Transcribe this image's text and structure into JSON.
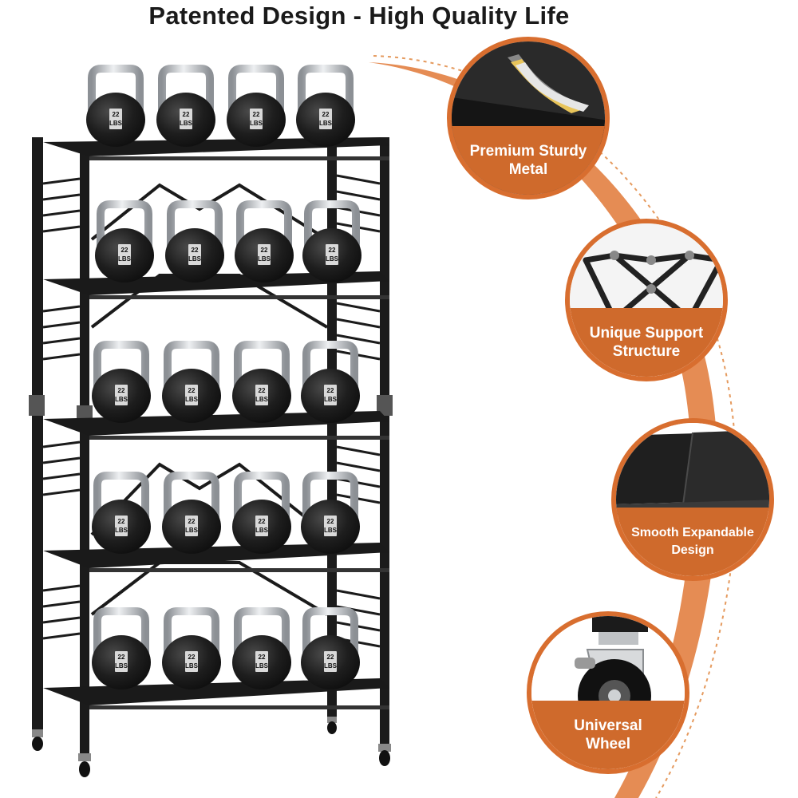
{
  "headline": "Patented Design - High Quality Life",
  "kettlebell_label": {
    "line1": "22",
    "line2": "LBS"
  },
  "features": [
    {
      "id": "metal",
      "line1": "Premium Sturdy",
      "line2": "Metal",
      "icon": "layered-metal-icon"
    },
    {
      "id": "support",
      "line1": "Unique Support",
      "line2": "Structure",
      "icon": "x-brace-icon"
    },
    {
      "id": "design",
      "line1": "Smooth Expandable",
      "line2": "Design",
      "icon": "expandable-shelf-icon"
    },
    {
      "id": "wheel",
      "line1": "Universal",
      "line2": "Wheel",
      "icon": "caster-wheel-icon"
    }
  ],
  "colors": {
    "accent": "#d86e2f",
    "band": "#cf6a2c",
    "rack": "#1b1b1b",
    "kettlebell": "#1e1e1e",
    "handle": "#b9bcc0"
  }
}
